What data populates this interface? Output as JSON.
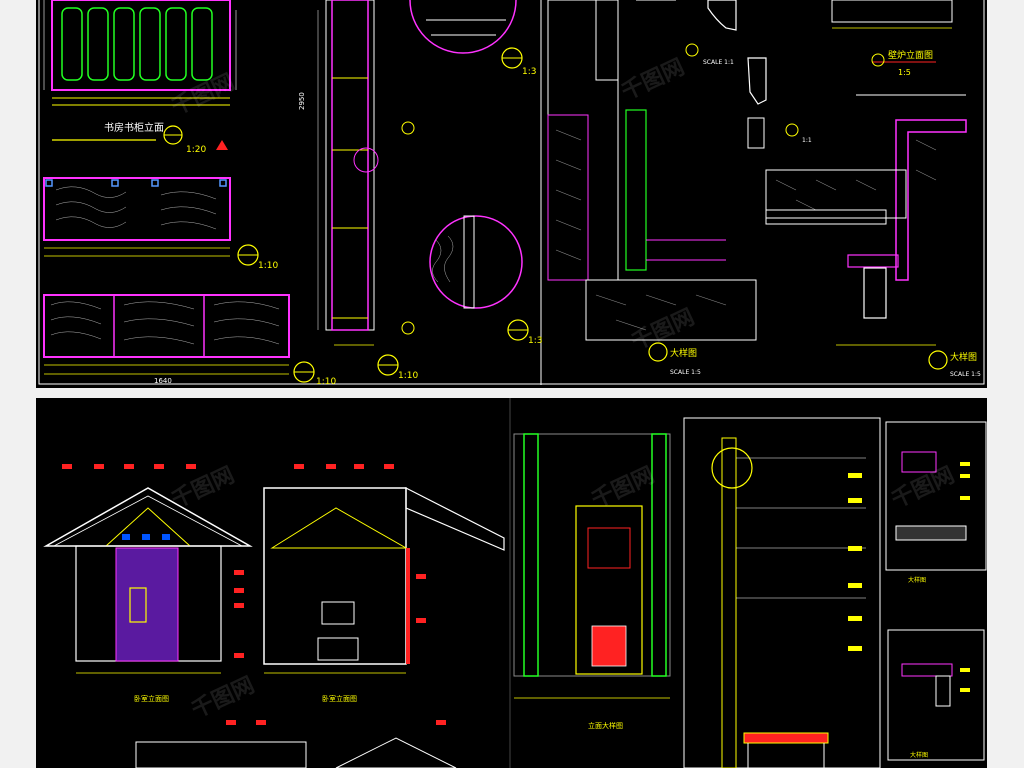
{
  "top_sheet": {
    "bookcase_title": "书房书柜立面",
    "scale_1_20": "1:20",
    "scale_1_10_a": "1:10",
    "scale_1_10_b": "1:10",
    "scale_1_10_c": "1:10",
    "scale_1_3_a": "1:3",
    "scale_1_3_b": "1:3",
    "fireplace_title": "壁炉立面图",
    "scale_1_5": "1:5",
    "scale_1_1_a": "SCALE 1:1",
    "scale_1_1_b": "1:1",
    "large_detail_a": "大样图",
    "large_detail_a_scale": "SCALE 1:5",
    "large_detail_b": "大样图",
    "large_detail_b_scale": "SCALE 1:5",
    "dim_bottom": "1640",
    "dim_left": "2950"
  },
  "bottom_sheet": {
    "elev_a_title": "卧室立面图",
    "elev_b_title": "卧室立面图",
    "elev_c_title": "立面大样图",
    "detail_a_title": "大样图",
    "detail_b_title": "大样图"
  },
  "watermark": "千图网",
  "colors": {
    "background": "#000000",
    "frame": "#f1f1f1",
    "yellow": "#ffff00",
    "magenta": "#ff33ff",
    "green": "#22ff22",
    "red": "#ff2222",
    "white": "#ffffff",
    "cyan": "#00ffff",
    "grey": "#8a8a8a"
  }
}
